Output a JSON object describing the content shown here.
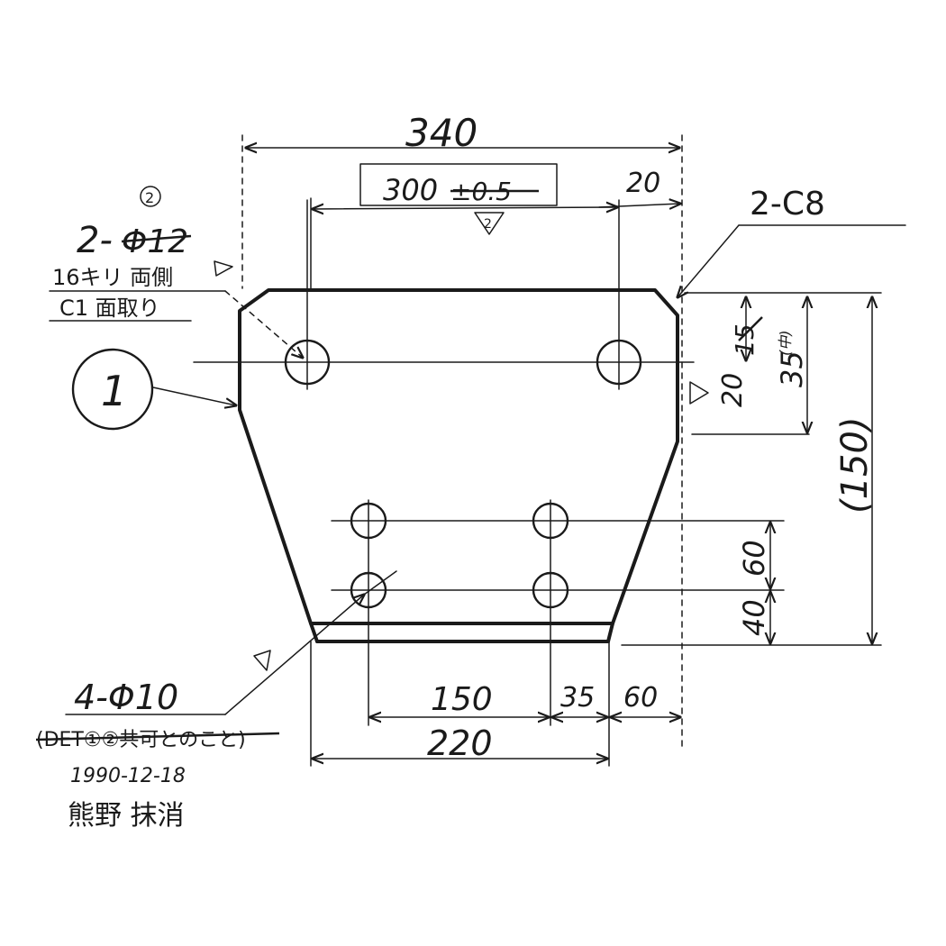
{
  "dimensions": {
    "overall_width": "340",
    "hole_pitch_top": "300",
    "hole_pitch_tol": "±0.5",
    "right_edge_top": "20",
    "chamfer": "2-C8",
    "top_hole_offset": "15",
    "rev_dim_35": "35",
    "rev_dim_35_note": "(中)",
    "rev_dim_20": "20",
    "overall_height": "(150)",
    "lower_pitch_v": "60",
    "lower_offset_v": "40",
    "lower_pitch_h": "150",
    "lower_mid": "35",
    "lower_right": "60",
    "bottom_width": "220"
  },
  "notes": {
    "top_hole_qty": "2-",
    "top_hole_old": "Φ12",
    "top_hole_spec_1": "16キリ 両側",
    "top_hole_spec_2": "C1 面取り",
    "part_number": "1",
    "rev_mark": "2",
    "lower_hole_spec": "4-Φ10",
    "lower_hole_struck": "(DET①②共可とのこと)",
    "date": "1990-12-18",
    "signature": "熊野 抹消"
  }
}
